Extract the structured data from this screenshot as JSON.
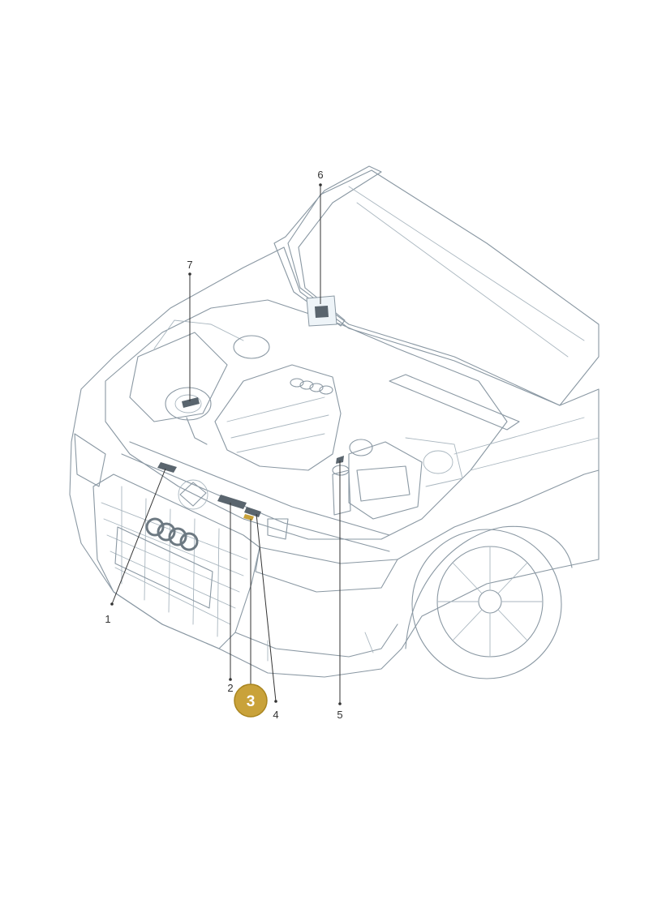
{
  "callouts": {
    "c1": "1",
    "c2": "2",
    "c3": "3",
    "c4": "4",
    "c5": "5",
    "c6": "6",
    "c7": "7"
  },
  "colors": {
    "body_fill": "#e3edf3",
    "body_light": "#eef4f8",
    "windshield_fill": "#cfe0ea",
    "engine_fill": "#dce8ef",
    "outline": "#8a98a3",
    "label_dark": "#5a656e",
    "highlight_gold": "#c9a23a",
    "badge_fill": "#c9a23a",
    "leader": "#333333"
  },
  "icons": {
    "brand_emblem": "four-rings-logo-icon"
  }
}
